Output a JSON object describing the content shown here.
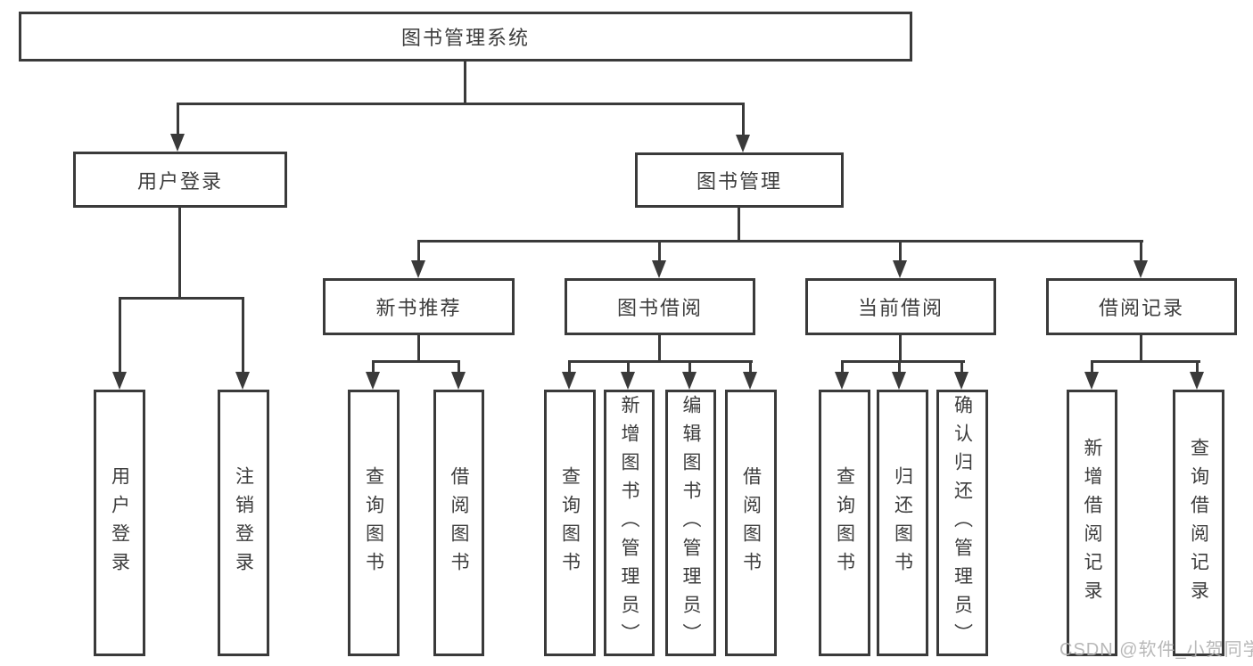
{
  "diagram": {
    "title": "图书管理系统",
    "nodes": {
      "root": {
        "label": "图书管理系统"
      },
      "user_login": {
        "label": "用户登录"
      },
      "book_mgmt": {
        "label": "图书管理"
      },
      "new_book_rec": {
        "label": "新书推荐"
      },
      "book_borrow": {
        "label": "图书借阅"
      },
      "current_borrow": {
        "label": "当前借阅"
      },
      "borrow_record": {
        "label": "借阅记录"
      },
      "leaf_user_login": {
        "label": "用户登录"
      },
      "leaf_logout": {
        "label": "注销登录"
      },
      "leaf_query_book_1": {
        "label": "查询图书"
      },
      "leaf_borrow_book_1": {
        "label": "借阅图书"
      },
      "leaf_query_book_2": {
        "label": "查询图书"
      },
      "leaf_add_book": {
        "label": "新增图书（管理员）"
      },
      "leaf_edit_book": {
        "label": "编辑图书（管理员）"
      },
      "leaf_borrow_book_2": {
        "label": "借阅图书"
      },
      "leaf_query_book_3": {
        "label": "查询图书"
      },
      "leaf_return_book": {
        "label": "归还图书"
      },
      "leaf_confirm_return": {
        "label": "确认归还（管理员）"
      },
      "leaf_add_record": {
        "label": "新增借阅记录"
      },
      "leaf_query_record": {
        "label": "查询借阅记录"
      }
    },
    "structure": [
      {
        "parent": "图书管理系统",
        "children": [
          "用户登录",
          "图书管理"
        ]
      },
      {
        "parent": "用户登录",
        "children": [
          "用户登录",
          "注销登录"
        ]
      },
      {
        "parent": "图书管理",
        "children": [
          "新书推荐",
          "图书借阅",
          "当前借阅",
          "借阅记录"
        ]
      },
      {
        "parent": "新书推荐",
        "children": [
          "查询图书",
          "借阅图书"
        ]
      },
      {
        "parent": "图书借阅",
        "children": [
          "查询图书",
          "新增图书（管理员）",
          "编辑图书（管理员）",
          "借阅图书"
        ]
      },
      {
        "parent": "当前借阅",
        "children": [
          "查询图书",
          "归还图书",
          "确认归还（管理员）"
        ]
      },
      {
        "parent": "借阅记录",
        "children": [
          "新增借阅记录",
          "查询借阅记录"
        ]
      }
    ],
    "colors": {
      "line": "#3a3a3a",
      "text": "#3d3d3d",
      "background": "#ffffff",
      "watermark": "#b2b2b2"
    },
    "watermark": "CSDN @软件_小贺同学"
  }
}
